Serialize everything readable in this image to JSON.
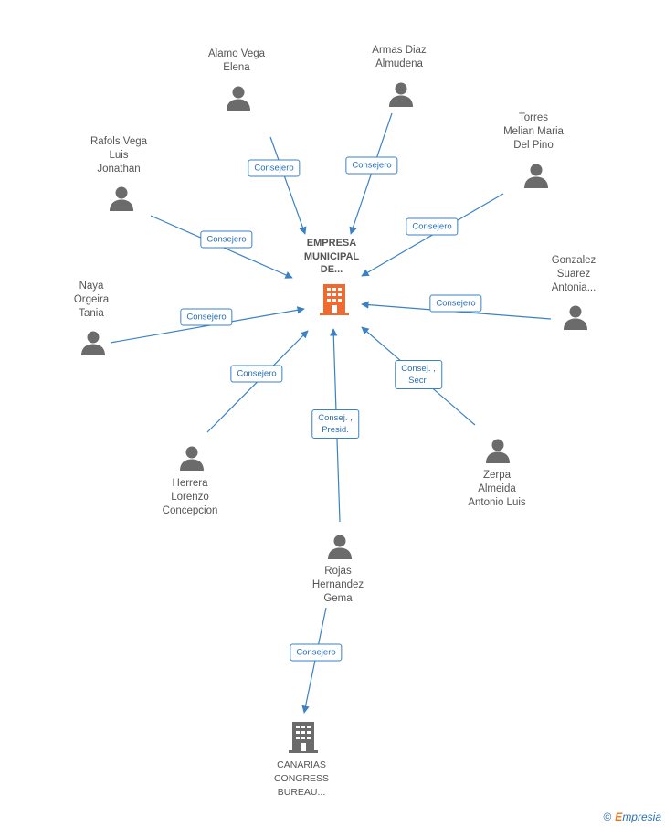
{
  "colors": {
    "edge": "#3b82c4",
    "person": "#6b6b6b",
    "center_building": "#ee6a31",
    "company_building": "#6b6b6b"
  },
  "center": {
    "label": "EMPRESA\nMUNICIPAL\nDE...",
    "icon": "building-icon"
  },
  "people": [
    {
      "id": "alamo",
      "label": "Alamo Vega\nElena",
      "icon": "person-icon"
    },
    {
      "id": "armas",
      "label": "Armas Diaz\nAlmudena",
      "icon": "person-icon"
    },
    {
      "id": "torres",
      "label": "Torres\nMelian Maria\nDel Pino",
      "icon": "person-icon"
    },
    {
      "id": "rafols",
      "label": "Rafols Vega\nLuis\nJonathan",
      "icon": "person-icon"
    },
    {
      "id": "gonzalez",
      "label": "Gonzalez\nSuarez\nAntonia...",
      "icon": "person-icon"
    },
    {
      "id": "naya",
      "label": "Naya\nOrgeira\nTania",
      "icon": "person-icon"
    },
    {
      "id": "herrera",
      "label": "Herrera\nLorenzo\nConcepcion",
      "icon": "person-icon"
    },
    {
      "id": "zerpa",
      "label": "Zerpa\nAlmeida\nAntonio Luis",
      "icon": "person-icon"
    },
    {
      "id": "rojas",
      "label": "Rojas\nHernandez\nGema",
      "icon": "person-icon"
    }
  ],
  "company": {
    "label": "CANARIAS\nCONGRESS\nBUREAU...",
    "icon": "building-icon"
  },
  "edges": [
    {
      "from": "alamo",
      "to": "center",
      "label": "Consejero"
    },
    {
      "from": "armas",
      "to": "center",
      "label": "Consejero"
    },
    {
      "from": "torres",
      "to": "center",
      "label": "Consejero"
    },
    {
      "from": "rafols",
      "to": "center",
      "label": "Consejero"
    },
    {
      "from": "gonzalez",
      "to": "center",
      "label": "Consejero"
    },
    {
      "from": "naya",
      "to": "center",
      "label": "Consejero"
    },
    {
      "from": "herrera",
      "to": "center",
      "label": "Consejero"
    },
    {
      "from": "zerpa",
      "to": "center",
      "label": "Consej. ,\nSecr."
    },
    {
      "from": "rojas",
      "to": "center",
      "label": "Consej. ,\nPresid."
    },
    {
      "from": "rojas",
      "to": "company",
      "label": "Consejero"
    }
  ],
  "footer": {
    "copyright": "©",
    "brand_initial": "E",
    "brand_rest": "mpresia"
  }
}
